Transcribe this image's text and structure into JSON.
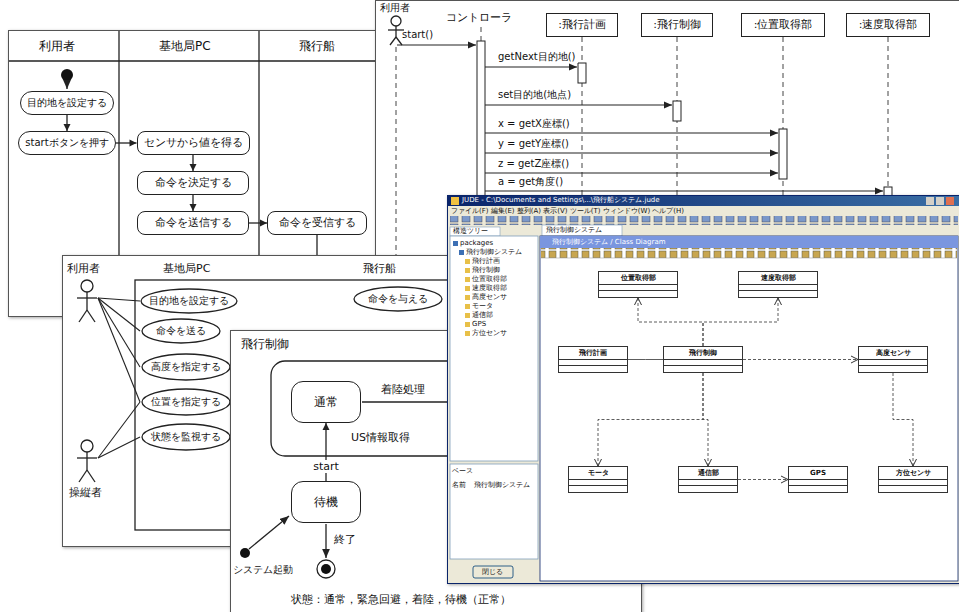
{
  "diagram": {
    "nodes": [
      {
        "text": [
          "目的地を設定する"
        ]
      },
      {
        "text": [
          "startボタンを押す"
        ]
      },
      {
        "text": [
          "センサから値を得る"
        ]
      },
      {
        "text": [
          "命令を決定する"
        ]
      },
      {
        "text": [
          "命令を送信する"
        ]
      },
      {
        "text": [
          "命令を受信する"
        ]
      },
      {
        "text": [
          ":飛行計画"
        ]
      },
      {
        "text": [
          ":飛行制御"
        ]
      },
      {
        "text": [
          ":位置取得部"
        ]
      },
      {
        "text": [
          ":速度取得部"
        ]
      },
      {
        "text": [
          "目的地を設定する"
        ]
      },
      {
        "text": [
          "命令を送る"
        ]
      },
      {
        "text": [
          "高度を指定する"
        ]
      },
      {
        "text": [
          "位置を指定する"
        ]
      },
      {
        "text": [
          "状態を監視する"
        ]
      },
      {
        "text": [
          "命令を与える"
        ]
      },
      {
        "text": [
          "通常"
        ]
      },
      {
        "text": [
          "待機"
        ]
      },
      {
        "text": [
          "飛行制御"
        ]
      },
      {
        "text": [
          "飛行計画"
        ]
      },
      {
        "text": [
          "位置取得部"
        ]
      },
      {
        "text": [
          "速度取得部"
        ]
      },
      {
        "text": [
          "高度センサ"
        ]
      },
      {
        "text": [
          "モータ"
        ]
      },
      {
        "text": [
          "通信部"
        ]
      },
      {
        "text": [
          "GPS"
        ]
      },
      {
        "text": [
          "方位センサ"
        ]
      }
    ],
    "edges": [
      {
        "from": 0,
        "to": 1,
        "arrow": "to"
      },
      {
        "from": 1,
        "to": 2,
        "arrow": "to"
      },
      {
        "from": 2,
        "to": 3,
        "arrow": "to"
      },
      {
        "from": 3,
        "to": 4,
        "arrow": "to"
      },
      {
        "from": 4,
        "to": 5,
        "arrow": "to"
      },
      {
        "from": 17,
        "to": 16,
        "arrow": "to",
        "label": "start"
      },
      {
        "from": 19,
        "to": 18,
        "arrow": "none"
      },
      {
        "from": 18,
        "to": 20,
        "arrow": "to"
      },
      {
        "from": 18,
        "to": 21,
        "arrow": "to"
      },
      {
        "from": 18,
        "to": 22,
        "arrow": "to"
      },
      {
        "from": 18,
        "to": 23,
        "arrow": "to"
      },
      {
        "from": 18,
        "to": 24,
        "arrow": "to"
      },
      {
        "from": 24,
        "to": 25,
        "arrow": "to"
      },
      {
        "from": 22,
        "to": 26,
        "arrow": "to"
      }
    ],
    "labels": [
      "利用者",
      "基地局PC",
      "飛行船",
      "利用者",
      "コントローラ",
      "start()",
      "getNext目的地()",
      "set目的地(地点)",
      "x = getX座標()",
      "y = getY座標()",
      "z = getZ座標()",
      "a = get角度()",
      "利用者",
      "基地局PC",
      "飛行船",
      "操縦者",
      "飛行制御",
      "着陸処理",
      "US情報取得",
      "終了",
      "システム起動",
      "状態：通常，緊急回避，着陸，待機（正常）",
      "JUDE - C:\\Documents and Settings\\...\\飛行船システム.jude",
      "ファイル(F)  編集(E)  整列(A)  表示(V)  ツール(T)  ウィンドウ(W)  ヘルプ(H)",
      "構造ツリー",
      "packages",
      "飛行制御システム",
      "飛行計画",
      "飛行制御",
      "位置取得部",
      "速度取得部",
      "高度センサ",
      "モータ",
      "通信部",
      "GPS",
      "方位センサ",
      "ベース",
      "名前",
      "飛行制御システム",
      "閉じる",
      "飛行制御システム",
      "飛行制御システム / Class Diagram"
    ]
  }
}
